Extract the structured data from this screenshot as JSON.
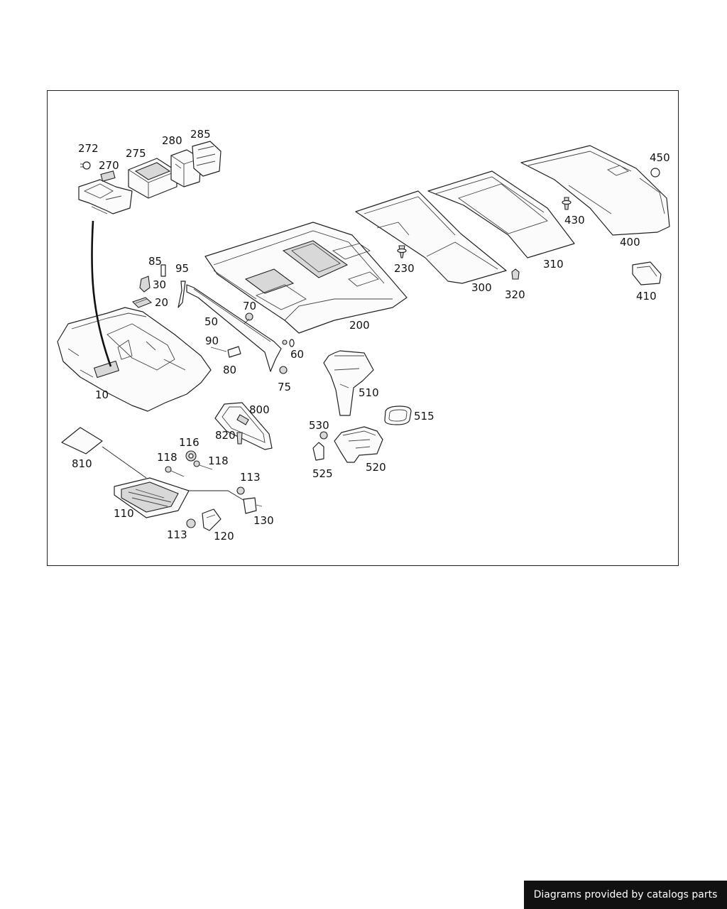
{
  "diagram": {
    "parts": [
      {
        "id": "10",
        "label": "10"
      },
      {
        "id": "20",
        "label": "20"
      },
      {
        "id": "30",
        "label": "30"
      },
      {
        "id": "50",
        "label": "50"
      },
      {
        "id": "60",
        "label": "60"
      },
      {
        "id": "70",
        "label": "70"
      },
      {
        "id": "75",
        "label": "75"
      },
      {
        "id": "80",
        "label": "80"
      },
      {
        "id": "85",
        "label": "85"
      },
      {
        "id": "90",
        "label": "90"
      },
      {
        "id": "95",
        "label": "95"
      },
      {
        "id": "110",
        "label": "110"
      },
      {
        "id": "113a",
        "label": "113"
      },
      {
        "id": "113b",
        "label": "113"
      },
      {
        "id": "116",
        "label": "116"
      },
      {
        "id": "118a",
        "label": "118"
      },
      {
        "id": "118b",
        "label": "118"
      },
      {
        "id": "120",
        "label": "120"
      },
      {
        "id": "130",
        "label": "130"
      },
      {
        "id": "200",
        "label": "200"
      },
      {
        "id": "230",
        "label": "230"
      },
      {
        "id": "270",
        "label": "270"
      },
      {
        "id": "272",
        "label": "272"
      },
      {
        "id": "275",
        "label": "275"
      },
      {
        "id": "280",
        "label": "280"
      },
      {
        "id": "285",
        "label": "285"
      },
      {
        "id": "300",
        "label": "300"
      },
      {
        "id": "310",
        "label": "310"
      },
      {
        "id": "320",
        "label": "320"
      },
      {
        "id": "400",
        "label": "400"
      },
      {
        "id": "410",
        "label": "410"
      },
      {
        "id": "430",
        "label": "430"
      },
      {
        "id": "450",
        "label": "450"
      },
      {
        "id": "510",
        "label": "510"
      },
      {
        "id": "515",
        "label": "515"
      },
      {
        "id": "520",
        "label": "520"
      },
      {
        "id": "525",
        "label": "525"
      },
      {
        "id": "530",
        "label": "530"
      },
      {
        "id": "800",
        "label": "800"
      },
      {
        "id": "810",
        "label": "810"
      },
      {
        "id": "820",
        "label": "820"
      }
    ]
  },
  "footer": {
    "credit": "Diagrams provided by catalogs parts"
  },
  "colors": {
    "line": "#222222",
    "banner_bg": "#111111",
    "banner_text": "#ffffff"
  }
}
